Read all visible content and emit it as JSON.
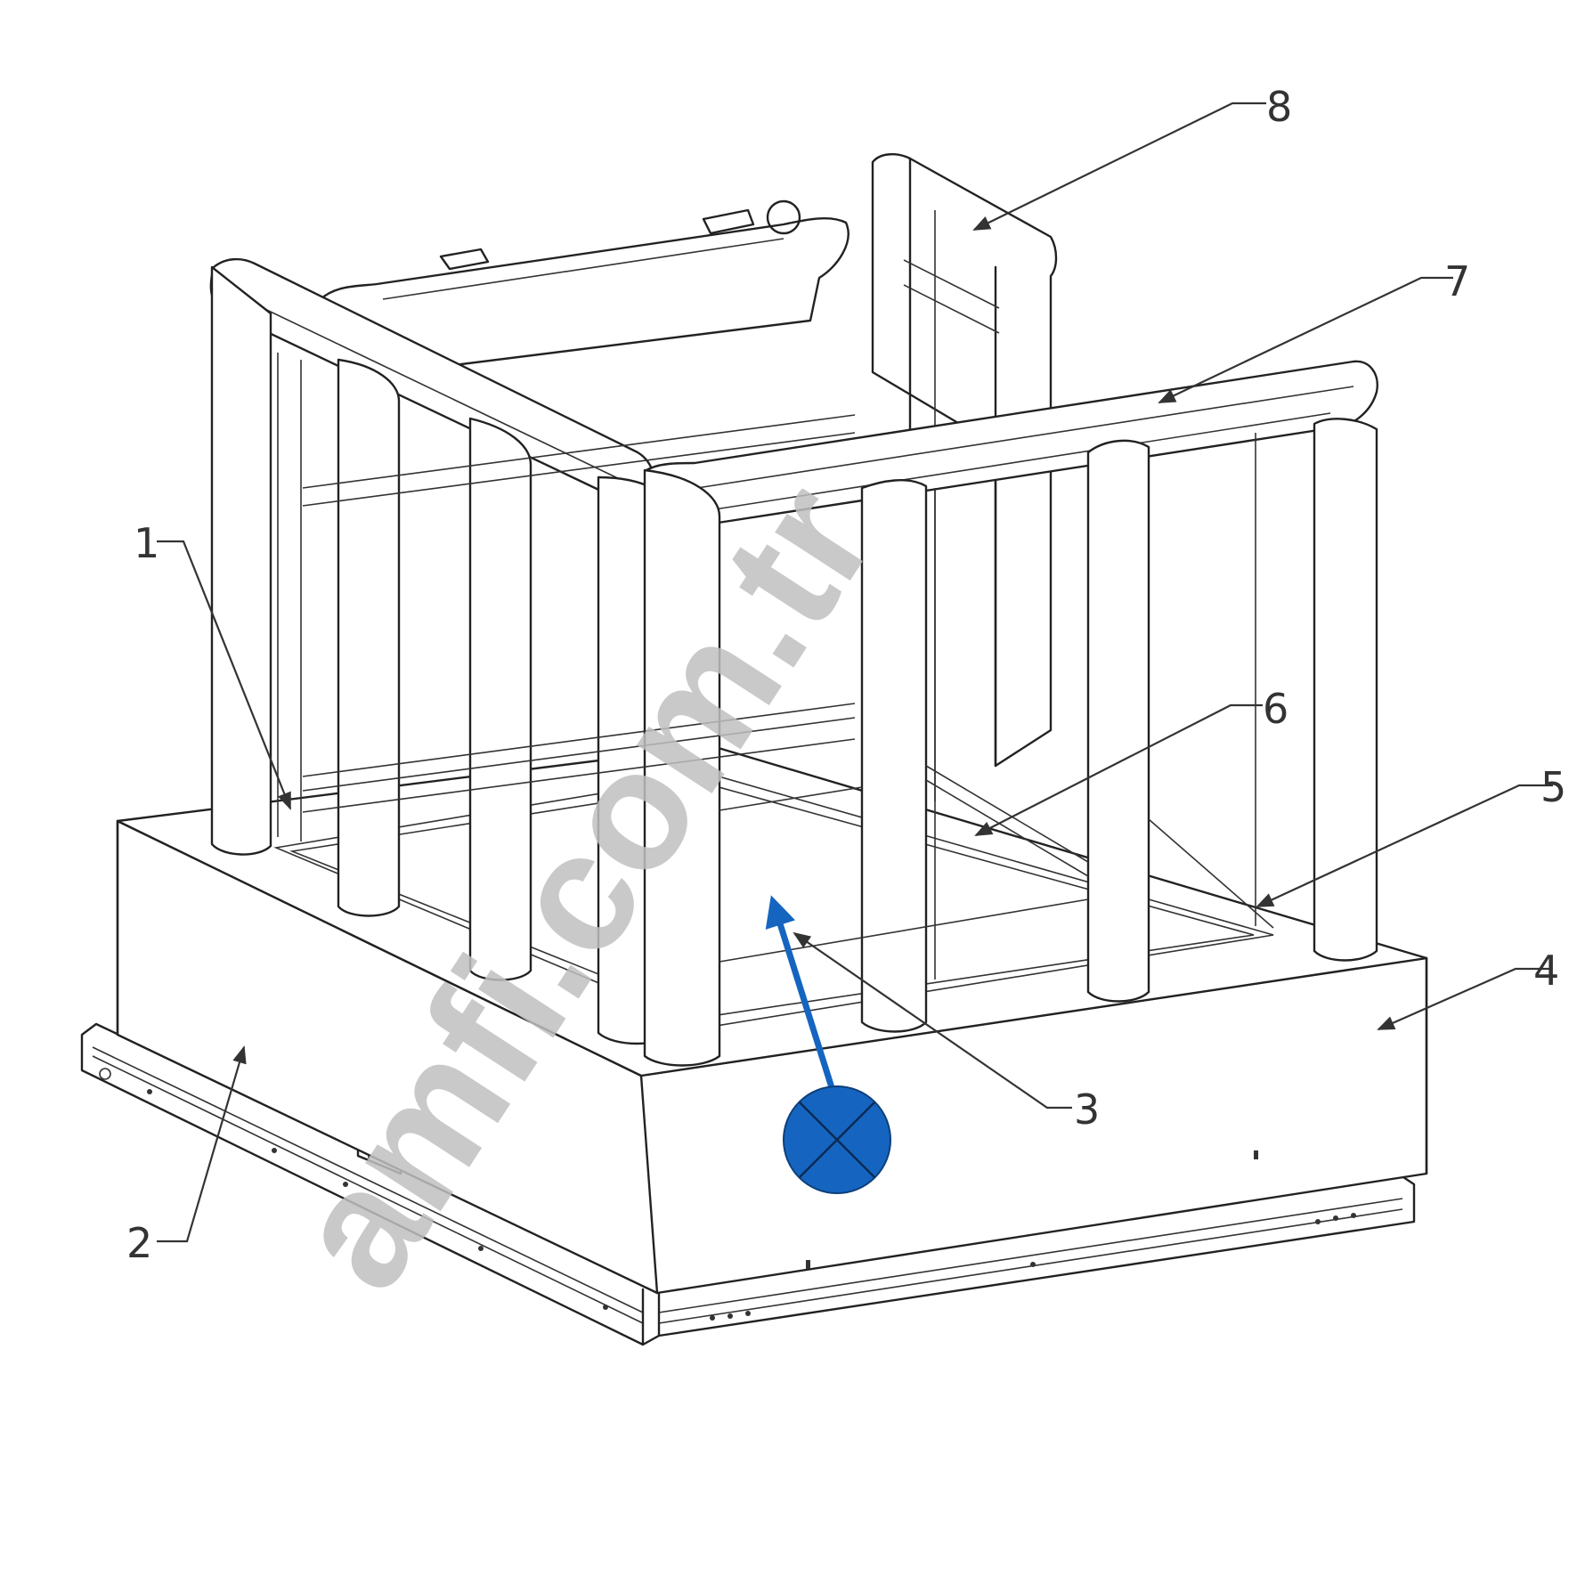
{
  "callouts": [
    {
      "id": "1",
      "label": "1"
    },
    {
      "id": "2",
      "label": "2"
    },
    {
      "id": "3",
      "label": "3"
    },
    {
      "id": "4",
      "label": "4"
    },
    {
      "id": "5",
      "label": "5"
    },
    {
      "id": "6",
      "label": "6"
    },
    {
      "id": "7",
      "label": "7"
    },
    {
      "id": "8",
      "label": "8"
    }
  ],
  "watermark": {
    "text": "amfi.com.tr",
    "color": "#c0c0c0"
  },
  "marker": {
    "color": "#1565c0",
    "icon": "crosshair-marker-icon"
  },
  "colors": {
    "line": "#222222",
    "arrow": "#1565c0"
  }
}
